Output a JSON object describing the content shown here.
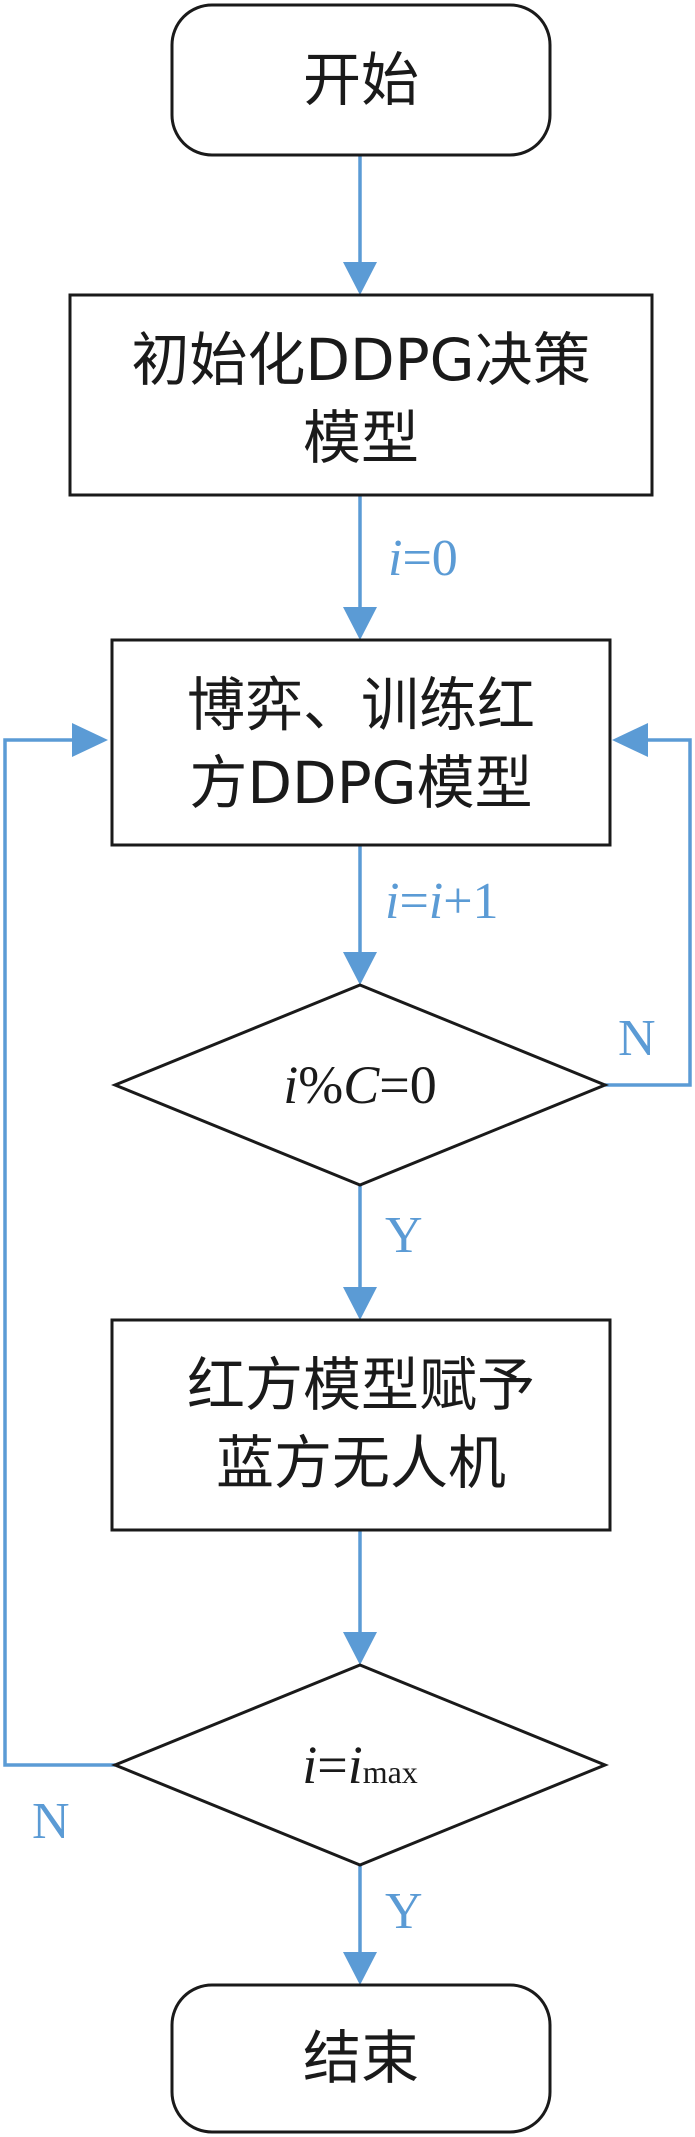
{
  "nodes": {
    "start": "开始",
    "init": [
      "初始化DDPG决策",
      "模型"
    ],
    "train": [
      "博弈、训练红",
      "方DDPG模型"
    ],
    "cond1": {
      "var": "i",
      "op": "%",
      "mod": "C",
      "rest": "=0"
    },
    "assign": [
      "红方模型赋予",
      "蓝方无人机"
    ],
    "cond2": {
      "var": "i",
      "eq": "=",
      "rhs": "i",
      "sub": "max"
    },
    "end": "结束"
  },
  "edges": {
    "e_init_label": {
      "var": "i",
      "rest": "=0"
    },
    "e_train_label": {
      "var1": "i",
      "eq": "=",
      "var2": "i",
      "rest": "+1"
    },
    "cond1_no": "N",
    "cond1_yes": "Y",
    "cond2_no": "N",
    "cond2_yes": "Y"
  },
  "colors": {
    "connector": "#5b9bd5",
    "border": "#1a1a1a",
    "background": "#ffffff"
  }
}
